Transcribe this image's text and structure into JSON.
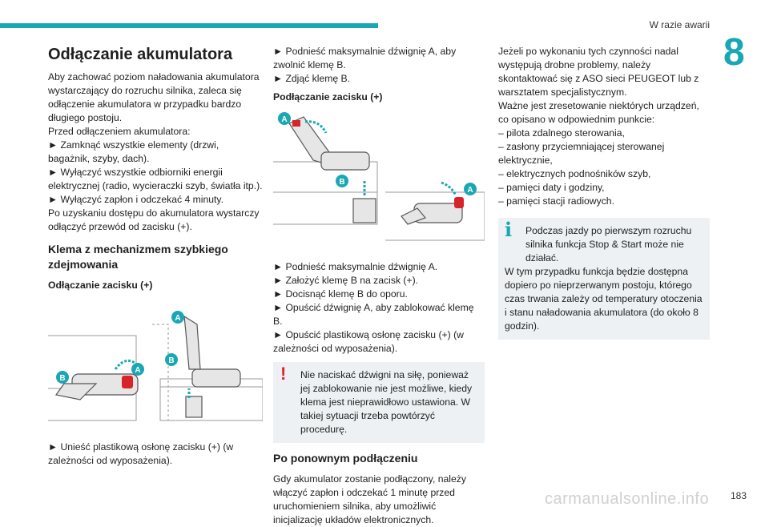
{
  "header": {
    "section": "W razie awarii",
    "chapter": "8",
    "page": "183"
  },
  "watermark": "carmanualsonline.info",
  "col1": {
    "title": "Odłączanie akumulatora",
    "intro": [
      "Aby zachować poziom naładowania akumulatora wystarczający do rozruchu silnika, zaleca się odłączenie akumulatora w przypadku bardzo długiego postoju.",
      "Przed odłączeniem akumulatora:",
      "► Zamknąć wszystkie elementy (drzwi, bagażnik, szyby, dach).",
      "► Wyłączyć wszystkie odbiorniki energii elektrycznej (radio, wycieraczki szyb, światła itp.).",
      "► Wyłączyć zapłon i odczekać 4 minuty.",
      "Po uzyskaniu dostępu do akumulatora wystarczy odłączyć przewód od zacisku (+)."
    ],
    "subtitle": "Klema z mechanizmem szybkiego zdejmowania",
    "disconnect_heading": "Odłączanie zacisku (+)",
    "label_a": "A",
    "label_b": "B",
    "after": "► Unieść plastikową osłonę zacisku (+) (w zależności od wyposażenia)."
  },
  "col2": {
    "steps": [
      "► Podnieść maksymalnie dźwignię A, aby zwolnić klemę B.",
      "► Zdjąć klemę B."
    ],
    "connect_heading": "Podłączanie zacisku (+)",
    "label_a": "A",
    "label_b": "B",
    "steps2": [
      "► Podnieść maksymalnie dźwignię A.",
      "► Założyć klemę B na zacisk (+).",
      "► Docisnąć klemę B do oporu.",
      "► Opuścić dźwignię A, aby zablokować klemę B.",
      "► Opuścić plastikową osłonę zacisku (+) (w zależności od wyposażenia)."
    ],
    "warning_mark": "!",
    "warning": "Nie naciskać dźwigni na siłę, ponieważ jej zablokowanie nie jest możliwe, kiedy klema jest nieprawidłowo ustawiona. W takiej sytuacji trzeba powtórzyć procedurę.",
    "reconnect_title": "Po ponownym podłączeniu",
    "reconnect_text": "Gdy akumulator zostanie podłączony, należy włączyć zapłon i odczekać 1 minutę przed uruchomieniem silnika, aby umożliwić inicjalizację układów elektronicznych."
  },
  "col3": {
    "paragraph1": "Jeżeli po wykonaniu tych czynności nadal występują drobne problemy, należy skontaktować się z ASO sieci PEUGEOT lub z warsztatem specjalistycznym.",
    "paragraph2": "Ważne jest zresetowanie niektórych urządzeń, co opisano w odpowiednim punkcie:",
    "list": [
      "– pilota zdalnego sterowania,",
      "– zasłony przyciemniającej sterowanej elektrycznie,",
      "– elektrycznych podnośników szyb,",
      "– pamięci daty i godziny,",
      "– pamięci stacji radiowych."
    ],
    "info_mark": "i",
    "info1": "Podczas jazdy po pierwszym rozruchu silnika funkcja Stop & Start może nie działać.",
    "info2": "W tym przypadku funkcja będzie dostępna dopiero po nieprzerwanym postoju, którego czas trwania zależy od temperatury otoczenia i stanu naładowania akumulatora (do około 8 godzin)."
  },
  "colors": {
    "accent": "#1aa7b4",
    "warning": "#e0242a",
    "note_bg": "#eef1f3"
  }
}
